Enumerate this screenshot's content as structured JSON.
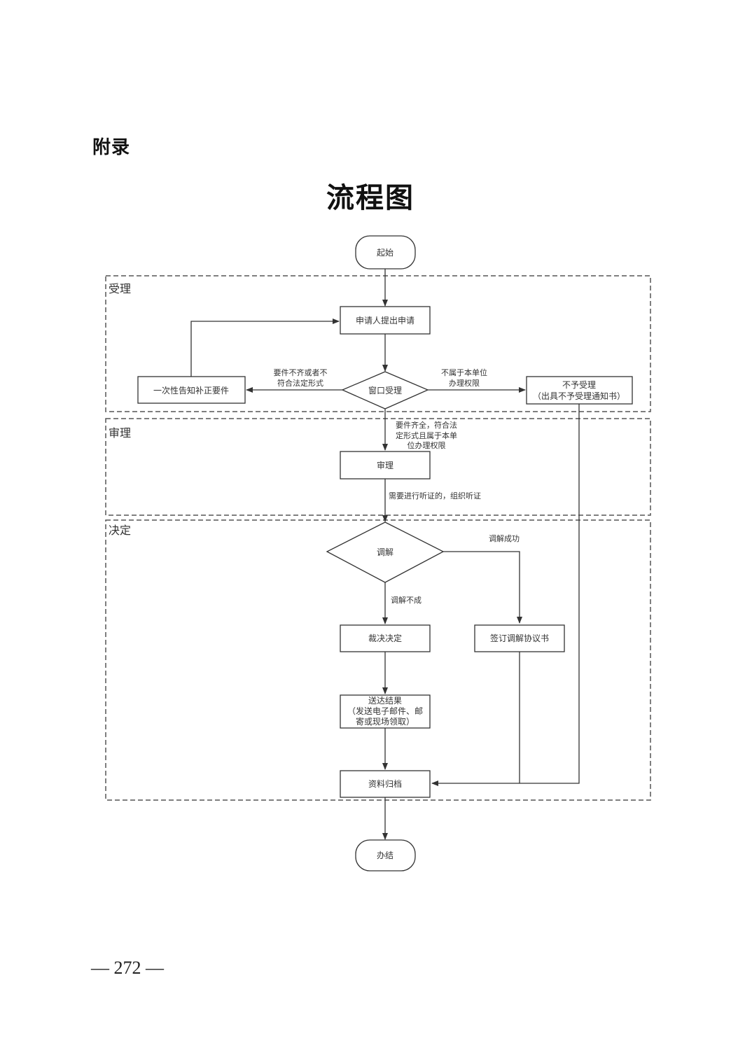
{
  "page": {
    "appendix_heading": "附录",
    "title": "流程图",
    "page_number": "— 272 —"
  },
  "lanes": [
    {
      "id": "accept",
      "label": "受理"
    },
    {
      "id": "review",
      "label": "审理"
    },
    {
      "id": "decide",
      "label": "决定"
    }
  ],
  "nodes": {
    "start": "起始",
    "apply": "申请人提出申请",
    "window": "窗口受理",
    "notify": "一次性告知补正要件",
    "reject_1": "不予受理",
    "reject_2": "（出具不予受理通知书）",
    "review": "审理",
    "mediate": "调解",
    "ruling": "裁决决定",
    "agreement": "签订调解协议书",
    "deliver_1": "送达结果",
    "deliver_2": "（发送电子邮件、邮",
    "deliver_3": "寄或现场领取）",
    "archive": "资料归档",
    "end": "办结"
  },
  "edges": {
    "incomplete_1": "要件不齐或者不",
    "incomplete_2": "符合法定形式",
    "not_jurisdiction_1": "不属于本单位",
    "not_jurisdiction_2": "办理权限",
    "complete_1": "要件齐全，符合法",
    "complete_2": "定形式且属于本单",
    "complete_3": "位办理权限",
    "hearing": "需要进行听证的，组织听证",
    "mediation_success": "调解成功",
    "mediation_fail": "调解不成"
  }
}
